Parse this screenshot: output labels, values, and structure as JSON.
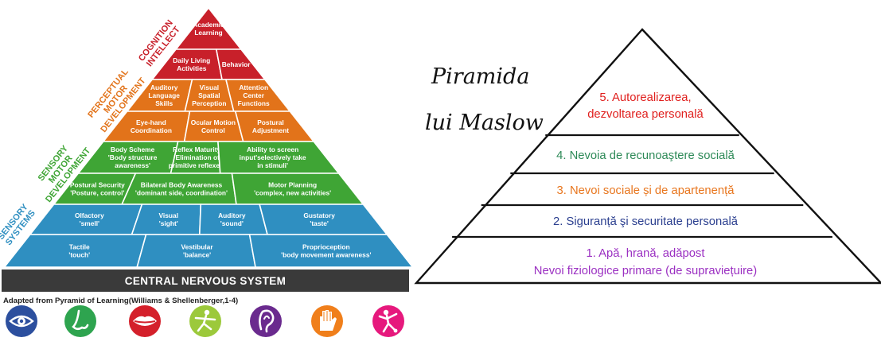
{
  "pyramid_of_learning": {
    "colors": {
      "cognition": "#c8202a",
      "perceptual_motor": "#e2731a",
      "sensory_motor": "#3fa535",
      "sensory_systems": "#2f8fc1",
      "cns_bar": "#3a3a3a"
    },
    "side_labels": {
      "cognition": [
        "COGNITION",
        "INTELLECT"
      ],
      "perceptual_motor": [
        "PERCEPTUAL",
        "MOTOR",
        "DEVELOPMENT"
      ],
      "sensory_motor": [
        "SENSORY",
        "MOTOR",
        "DEVELOPMENT"
      ],
      "sensory_systems": [
        "SENSORY",
        "SYSTEMS"
      ]
    },
    "rows": [
      {
        "group": "cognition",
        "cells": [
          {
            "lines": [
              "Academic",
              "Learning"
            ]
          }
        ]
      },
      {
        "group": "cognition",
        "cells": [
          {
            "lines": [
              "Daily Living",
              "Activities"
            ]
          },
          {
            "lines": [
              "Behavior"
            ]
          }
        ]
      },
      {
        "group": "perceptual_motor",
        "cells": [
          {
            "lines": [
              "Auditory",
              "Language",
              "Skills"
            ]
          },
          {
            "lines": [
              "Visual",
              "Spatial",
              "Perception"
            ]
          },
          {
            "lines": [
              "Attention",
              "Center",
              "Functions"
            ]
          }
        ]
      },
      {
        "group": "perceptual_motor",
        "cells": [
          {
            "lines": [
              "Eye-hand",
              "Coordination"
            ]
          },
          {
            "lines": [
              "Ocular Motion",
              "Control"
            ]
          },
          {
            "lines": [
              "Postural",
              "Adjustment"
            ]
          }
        ]
      },
      {
        "group": "sensory_motor",
        "cells": [
          {
            "lines": [
              "Body Scheme",
              "'Body structure",
              "awareness'"
            ]
          },
          {
            "lines": [
              "Reflex Maturity",
              "'Elimination of",
              "primitive reflexes'"
            ]
          },
          {
            "lines": [
              "Ability to screen",
              "input'selectively take",
              "in stimuli'"
            ]
          }
        ]
      },
      {
        "group": "sensory_motor",
        "cells": [
          {
            "lines": [
              "Postural Security",
              "'Posture, control'"
            ]
          },
          {
            "lines": [
              "Bilateral Body Awareness",
              "'dominant side, coordination'"
            ]
          },
          {
            "lines": [
              "Motor Planning",
              "'complex, new activities'"
            ]
          }
        ]
      },
      {
        "group": "sensory_systems",
        "cells": [
          {
            "lines": [
              "Olfactory",
              "'smell'"
            ]
          },
          {
            "lines": [
              "Visual",
              "'sight'"
            ]
          },
          {
            "lines": [
              "Auditory",
              "'sound'"
            ]
          },
          {
            "lines": [
              "Gustatory",
              "'taste'"
            ]
          }
        ]
      },
      {
        "group": "sensory_systems",
        "cells": [
          {
            "lines": [
              "Tactile",
              "'touch'"
            ]
          },
          {
            "lines": [
              "Vestibular",
              "'balance'"
            ]
          },
          {
            "lines": [
              "Proprioception",
              "'body movement awareness'"
            ]
          }
        ]
      }
    ],
    "base_label": "CENTRAL NERVOUS SYSTEM",
    "caption": "Adapted from Pyramid of Learning(Williams & Shellenberger,1-4)",
    "icons": [
      {
        "name": "eye-icon",
        "color": "#2c4f9e"
      },
      {
        "name": "nose-icon",
        "color": "#2ea44f"
      },
      {
        "name": "mouth-icon",
        "color": "#d4202b"
      },
      {
        "name": "balance-figure-icon",
        "color": "#9cc93b"
      },
      {
        "name": "ear-icon",
        "color": "#6a2a8e"
      },
      {
        "name": "hand-icon",
        "color": "#f07f1b"
      },
      {
        "name": "movement-figure-icon",
        "color": "#e6197d"
      }
    ]
  },
  "maslow": {
    "title_lines": [
      "Piramida",
      "lui Maslow"
    ],
    "levels": [
      {
        "lines": [
          "5. Autorealizarea,",
          "dezvoltarea personală"
        ],
        "color": "#e0201e"
      },
      {
        "lines": [
          "4. Nevoia de recunoaştere socială"
        ],
        "color": "#2e8a58"
      },
      {
        "lines": [
          "3. Nevoi sociale și de apartenență"
        ],
        "color": "#e8761e"
      },
      {
        "lines": [
          "2. Siguranță şi securitate personală"
        ],
        "color": "#2b3f8f"
      },
      {
        "lines": [
          "1. Apă, hrană, adăpost",
          "Nevoi fiziologice primare (de supraviețuire)"
        ],
        "color": "#9b30c2"
      }
    ]
  }
}
